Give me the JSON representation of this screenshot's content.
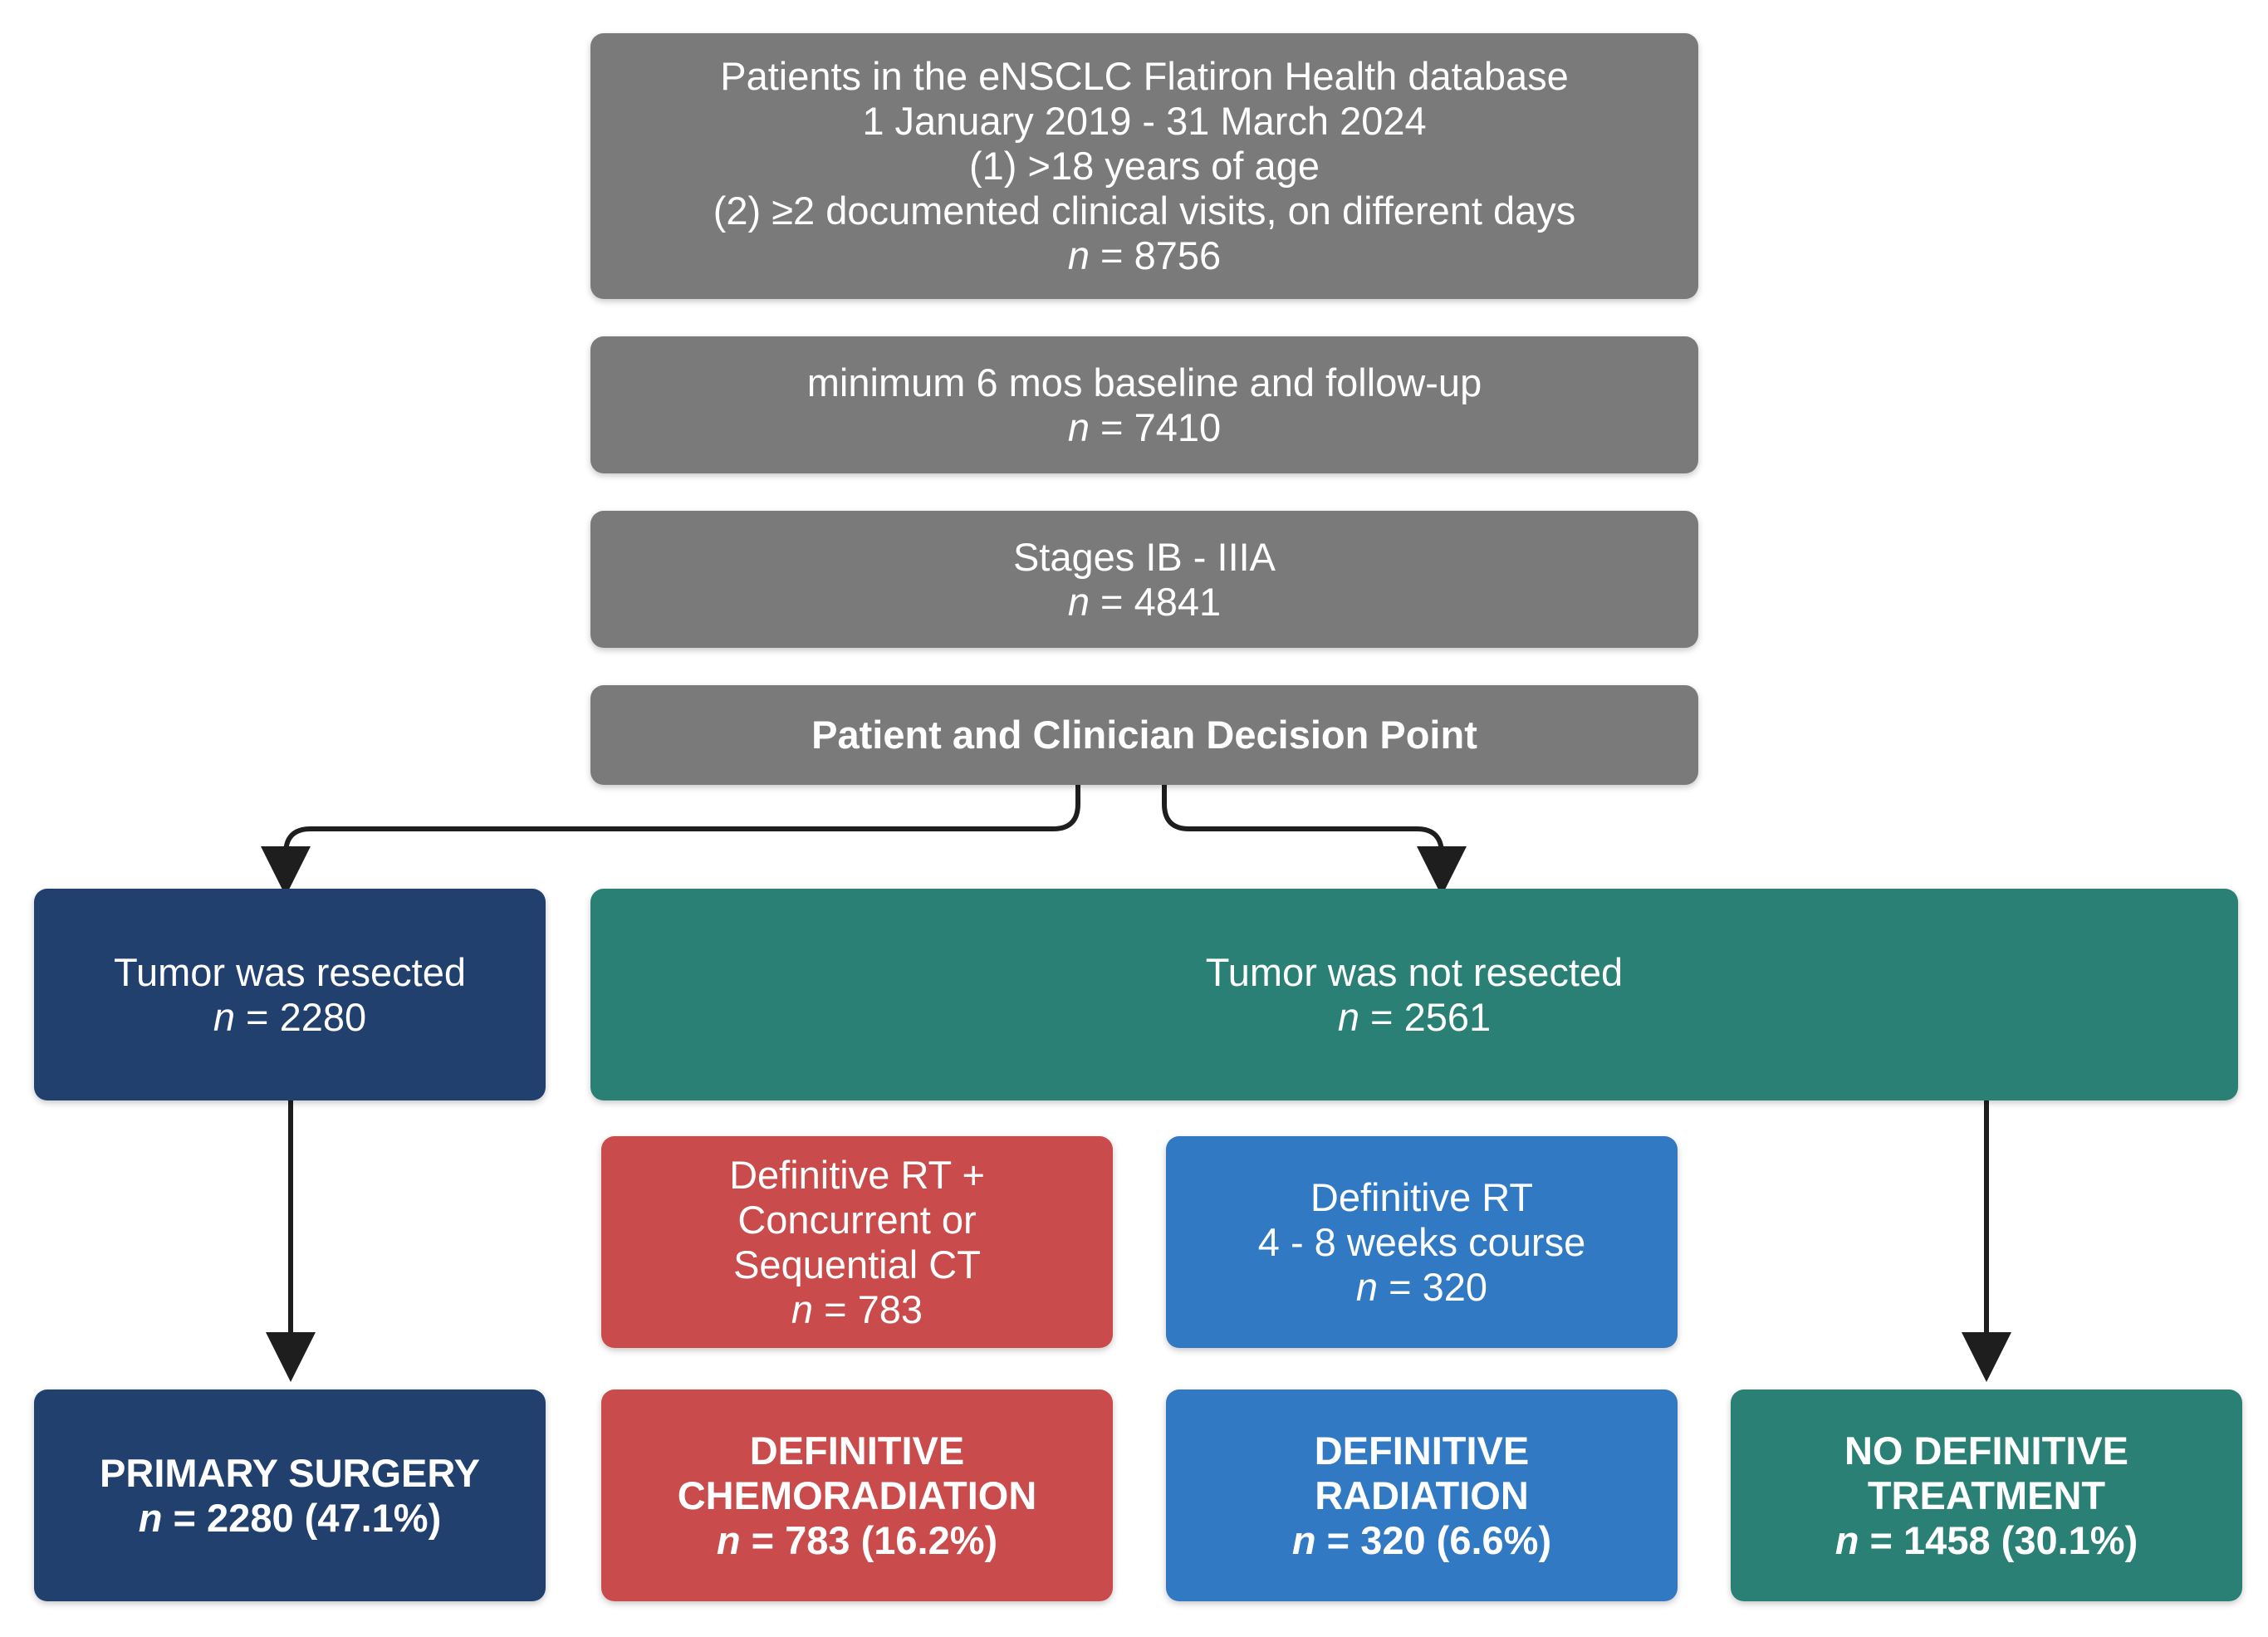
{
  "colors": {
    "gray": "#7a7a7a",
    "navy": "#22406e",
    "teal": "#2a8074",
    "red": "#c94b4b",
    "blue": "#3179c3",
    "connector": "#1e1e1e"
  },
  "boxes": {
    "database": {
      "lines": [
        "Patients in the eNSCLC Flatiron Health database",
        "1 January 2019 - 31 March 2024",
        "(1) >18 years of age",
        "(2) ≥2 documented clinical visits, on different days"
      ],
      "n": "8756"
    },
    "followup": {
      "lines": [
        "minimum 6 mos baseline and follow-up"
      ],
      "n": "7410"
    },
    "stages": {
      "lines": [
        "Stages IB - IIIA"
      ],
      "n": "4841"
    },
    "decision": {
      "lines": [
        "Patient and Clinician Decision Point"
      ]
    },
    "resected": {
      "lines": [
        "Tumor was resected"
      ],
      "n": "2280"
    },
    "not_resected": {
      "lines": [
        "Tumor was not resected"
      ],
      "n": "2561"
    },
    "rt_ct": {
      "lines": [
        "Definitive RT +",
        "Concurrent or",
        "Sequential CT"
      ],
      "n": "783"
    },
    "rt_course": {
      "lines": [
        "Definitive RT",
        "4 - 8 weeks course"
      ],
      "n": "320"
    },
    "primary_surgery": {
      "lines": [
        "PRIMARY SURGERY"
      ],
      "n": "2280 (47.1%)"
    },
    "chemoradiation": {
      "lines": [
        "DEFINITIVE",
        "CHEMORADIATION"
      ],
      "n": "783 (16.2%)"
    },
    "radiation": {
      "lines": [
        "DEFINITIVE",
        "RADIATION"
      ],
      "n": "320 (6.6%)"
    },
    "no_treatment": {
      "lines": [
        "NO DEFINITIVE",
        "TREATMENT"
      ],
      "n": "1458 (30.1%)"
    }
  }
}
